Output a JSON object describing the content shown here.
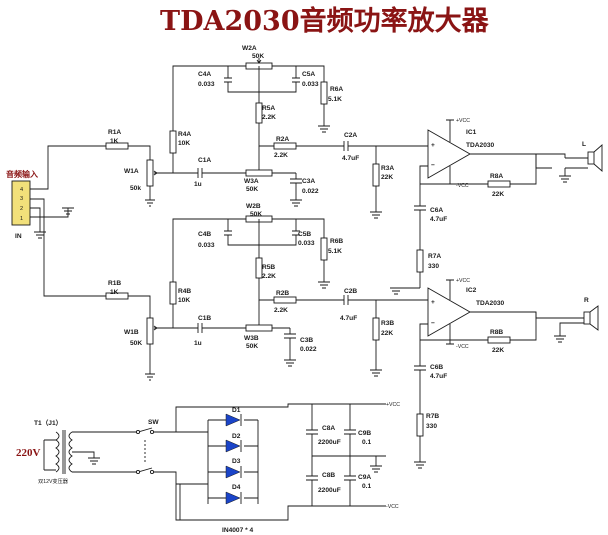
{
  "title": "TDA2030音频功率放大器",
  "input": {
    "label": "音频输入",
    "ref": "IN",
    "pins": [
      "4",
      "3",
      "2",
      "1"
    ]
  },
  "transformer": {
    "ref": "T1（J1）",
    "voltage": "220V",
    "note": "双12V变压器"
  },
  "switch": {
    "ref": "SW"
  },
  "bridge": {
    "diodes": [
      "D1",
      "D2",
      "D3",
      "D4"
    ],
    "part": "IN4007 * 4"
  },
  "supply_caps": [
    {
      "ref": "C8A",
      "value": "2200uF"
    },
    {
      "ref": "C8B",
      "value": "2200uF"
    },
    {
      "ref": "C9B",
      "value": "0.1"
    },
    {
      "ref": "C9A",
      "value": "0.1"
    }
  ],
  "rails": {
    "pos": "+VCC",
    "neg": "-VCC"
  },
  "ch_a": {
    "r1": {
      "ref": "R1A",
      "value": "1K"
    },
    "w1": {
      "ref": "W1A",
      "value": "50k"
    },
    "r4": {
      "ref": "R4A",
      "value": "10K"
    },
    "c1": {
      "ref": "C1A",
      "value": "1u"
    },
    "w2": {
      "ref": "W2A",
      "value": "50K"
    },
    "c4": {
      "ref": "C4A",
      "value": "0.033"
    },
    "c5": {
      "ref": "C5A",
      "value": "0.033"
    },
    "r5": {
      "ref": "R5A",
      "value": "2.2K"
    },
    "r6": {
      "ref": "R6A",
      "value": "5.1K"
    },
    "r2": {
      "ref": "R2A",
      "value": "2.2K"
    },
    "w3": {
      "ref": "W3A",
      "value": "50K"
    },
    "c3": {
      "ref": "C3A",
      "value": "0.022"
    },
    "c2": {
      "ref": "C2A",
      "value": "4.7uF"
    },
    "r3": {
      "ref": "R3A",
      "value": "22K"
    },
    "ic": {
      "ref": "IC1",
      "part": "TDA2030"
    },
    "r8": {
      "ref": "R8A",
      "value": "22K"
    },
    "c6": {
      "ref": "C6A",
      "value": "4.7uF"
    },
    "r7": {
      "ref": "R7A",
      "value": "330"
    },
    "spk": "L"
  },
  "ch_b": {
    "r1": {
      "ref": "R1B",
      "value": "1K"
    },
    "w1": {
      "ref": "W1B",
      "value": "50K"
    },
    "r4": {
      "ref": "R4B",
      "value": "10K"
    },
    "c1": {
      "ref": "C1B",
      "value": "1u"
    },
    "w2": {
      "ref": "W2B",
      "value": "50K"
    },
    "c4": {
      "ref": "C4B",
      "value": "0.033"
    },
    "c5": {
      "ref": "C5B",
      "value": "0.033"
    },
    "r5": {
      "ref": "R5B",
      "value": "2.2K"
    },
    "r6": {
      "ref": "R6B",
      "value": "5.1K"
    },
    "r2": {
      "ref": "R2B",
      "value": "2.2K"
    },
    "w3": {
      "ref": "W3B",
      "value": "50K"
    },
    "c3": {
      "ref": "C3B",
      "value": "0.022"
    },
    "c2": {
      "ref": "C2B",
      "value": "4.7uF"
    },
    "r3": {
      "ref": "R3B",
      "value": "22K"
    },
    "ic": {
      "ref": "IC2",
      "part": "TDA2030"
    },
    "r8": {
      "ref": "R8B",
      "value": "22K"
    },
    "c6": {
      "ref": "C6B",
      "value": "4.7uF"
    },
    "r7": {
      "ref": "R7B",
      "value": "330"
    },
    "spk": "R"
  },
  "colors": {
    "wire": "#1a1a1a",
    "accent": "#8a1414",
    "diode": "#1a44c8",
    "connector": "#f2e07a"
  }
}
